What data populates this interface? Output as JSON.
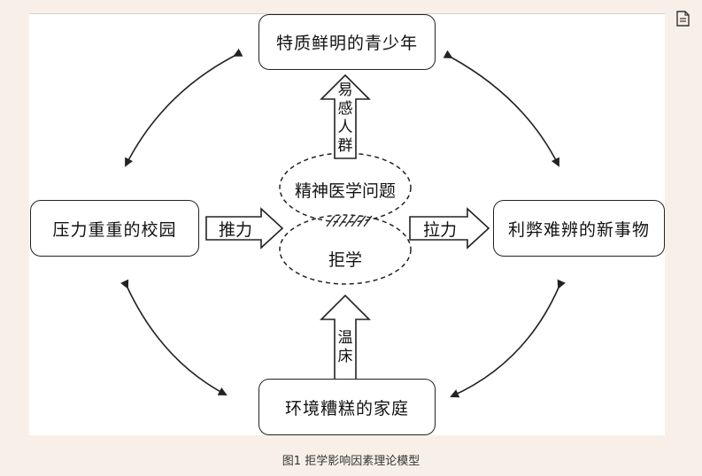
{
  "nodes": {
    "top": "特质鲜明的青少年",
    "left": "压力重重的校园",
    "right": "利弊难辨的新事物",
    "bottom": "环境糟糕的家庭"
  },
  "center": {
    "upper": "精神医学问题",
    "lower": "拒学"
  },
  "arrows": {
    "push": "推力",
    "pull": "拉力",
    "up_label": [
      "易",
      "感",
      "人",
      "群"
    ],
    "bottom_label": [
      "温",
      "床"
    ]
  },
  "caption": "图1 拒学影响因素理论模型",
  "icons": {
    "side": "document-icon"
  },
  "colors": {
    "page_bg": "#f8f0e8",
    "panel_bg": "#ffffff",
    "ink": "#222222"
  }
}
